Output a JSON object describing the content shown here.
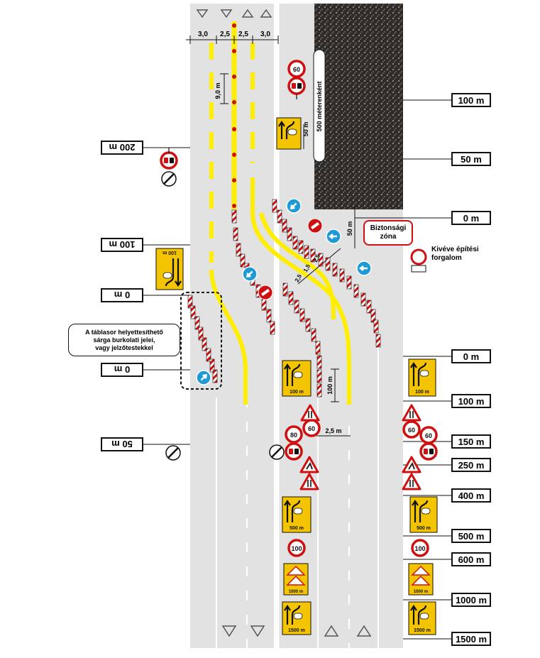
{
  "lane_widths": [
    "3,0",
    "2,5",
    "2,5",
    "3,0"
  ],
  "dims": {
    "gap_9": "9,0 m",
    "every_500": "500 méterenként",
    "sign_50": "50 m",
    "zone_50": "50 m",
    "len_100": "100 m",
    "w_25": "2,5 m",
    "taper_a": "2,5",
    "taper_b": "1,5",
    "taper_c": "2,5"
  },
  "labels": {
    "safety_l1": "Biztonsági",
    "safety_l2": "zóna",
    "except_l1": "Kivéve építési",
    "except_l2": "forgalom",
    "callout_l1": "A táblasor helyettesíthető",
    "callout_l2": "sárga burkolati jelei,",
    "callout_l3": "vagy jelzőtestekkel"
  },
  "dist_right": [
    "100 m",
    "50 m",
    "0 m",
    "0 m",
    "100 m",
    "150 m",
    "250 m",
    "400 m",
    "500 m",
    "600 m",
    "1000 m",
    "1500 m"
  ],
  "dist_left": [
    "200 m",
    "100 m",
    "0 m",
    "0 m",
    "50 m"
  ],
  "sign_text": {
    "speed_60": "60",
    "speed_80": "80",
    "speed_100": "100",
    "panel_100": "100 m",
    "panel_500": "500 m",
    "panel_1000": "1000 m",
    "panel_1500": "1500 m"
  },
  "colors": {
    "road": "#e2e2e2",
    "yellow_mark": "#ffee00",
    "sign_yellow": "#f5c400",
    "sign_red": "#d01010",
    "sign_blue": "#1e9bd7"
  }
}
